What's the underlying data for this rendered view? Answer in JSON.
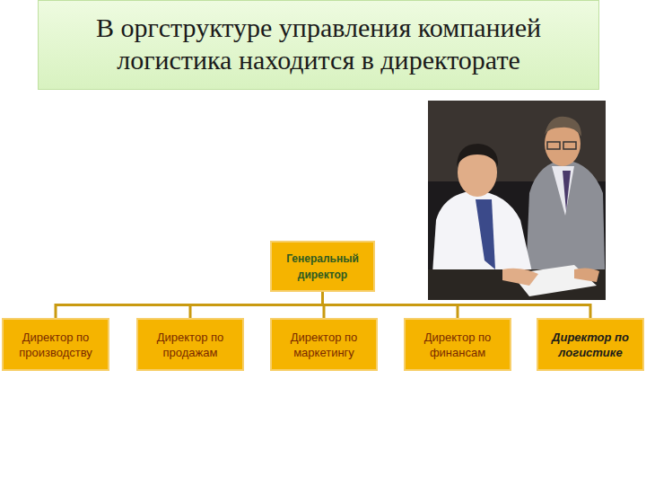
{
  "diagram": {
    "title": "В оргструктуре управления компанией логистика находится в директорате",
    "nodes": [
      {
        "text": [
          "Генеральный директор"
        ]
      },
      {
        "text": [
          "Директор по производству"
        ]
      },
      {
        "text": [
          "Директор по продажам"
        ]
      },
      {
        "text": [
          "Директор по маркетингу"
        ]
      },
      {
        "text": [
          "Директор по финансам"
        ]
      },
      {
        "text": [
          "Директор по логистике"
        ]
      }
    ],
    "edges": [
      {
        "from": 0,
        "to": 1,
        "arrow": "none"
      },
      {
        "from": 0,
        "to": 2,
        "arrow": "none"
      },
      {
        "from": 0,
        "to": 3,
        "arrow": "none"
      },
      {
        "from": 0,
        "to": 4,
        "arrow": "none"
      },
      {
        "from": 0,
        "to": 5,
        "arrow": "none"
      }
    ]
  }
}
